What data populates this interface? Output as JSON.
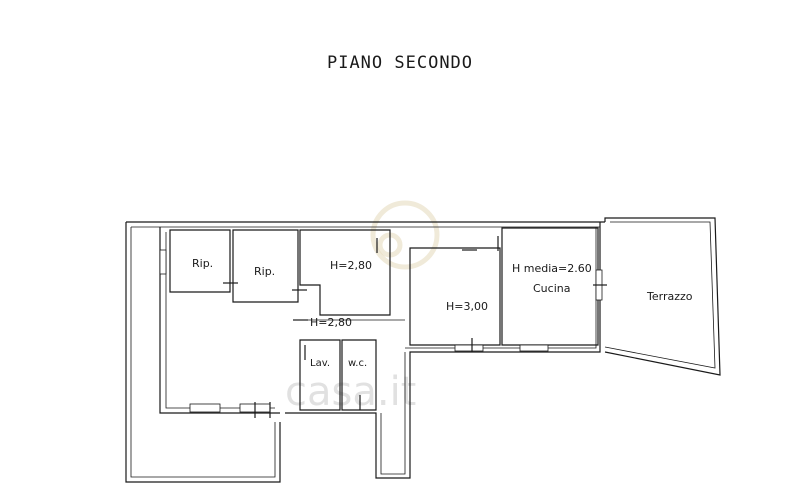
{
  "floor_title": "PIANO SECONDO",
  "rooms": {
    "rip_1": "Rip.",
    "rip_2": "Rip.",
    "room_h280": "H=2,80",
    "corridor_h280": "H=2,80",
    "room_h300": "H=3,00",
    "kitchen_height": "H media=2.60",
    "kitchen": "Cucina",
    "lav": "Lav.",
    "wc": "w.c.",
    "terrace": "Terrazzo"
  },
  "watermark": "casa.it"
}
